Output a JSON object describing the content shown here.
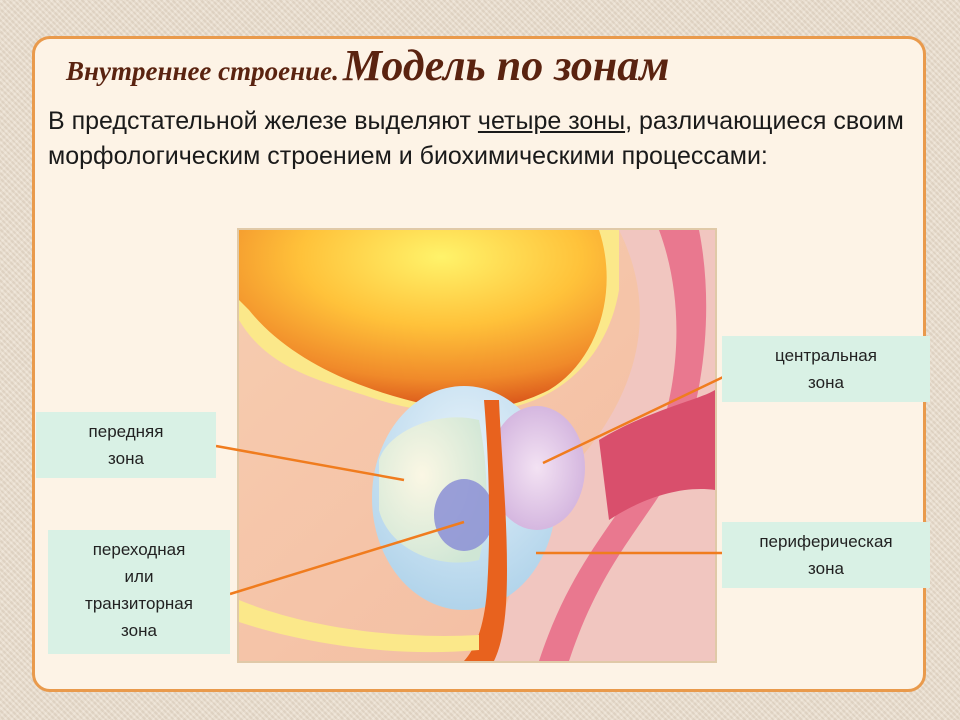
{
  "title": {
    "prefix": "Внутреннее строение.",
    "main": "Модель по зонам"
  },
  "intro": {
    "before": "В предстательной железе выделяют ",
    "underlined": "четыре зоны",
    "after": ", различающиеся своим морфологическим строением и биохимическими процессами:"
  },
  "labels": {
    "anterior": {
      "line1": "передняя",
      "line2": "зона"
    },
    "transitional": {
      "line1": "переходная",
      "line2": "или",
      "line3": "транзиторная",
      "line4": "зона"
    },
    "central": {
      "line1": "центральная",
      "line2": "зона"
    },
    "peripheral": {
      "line1": "периферическая",
      "line2": "зона"
    }
  },
  "colors": {
    "panel_border": "#e99a4c",
    "label_bg": "#d9f1e5",
    "pointer_line": "#f07c1e"
  }
}
